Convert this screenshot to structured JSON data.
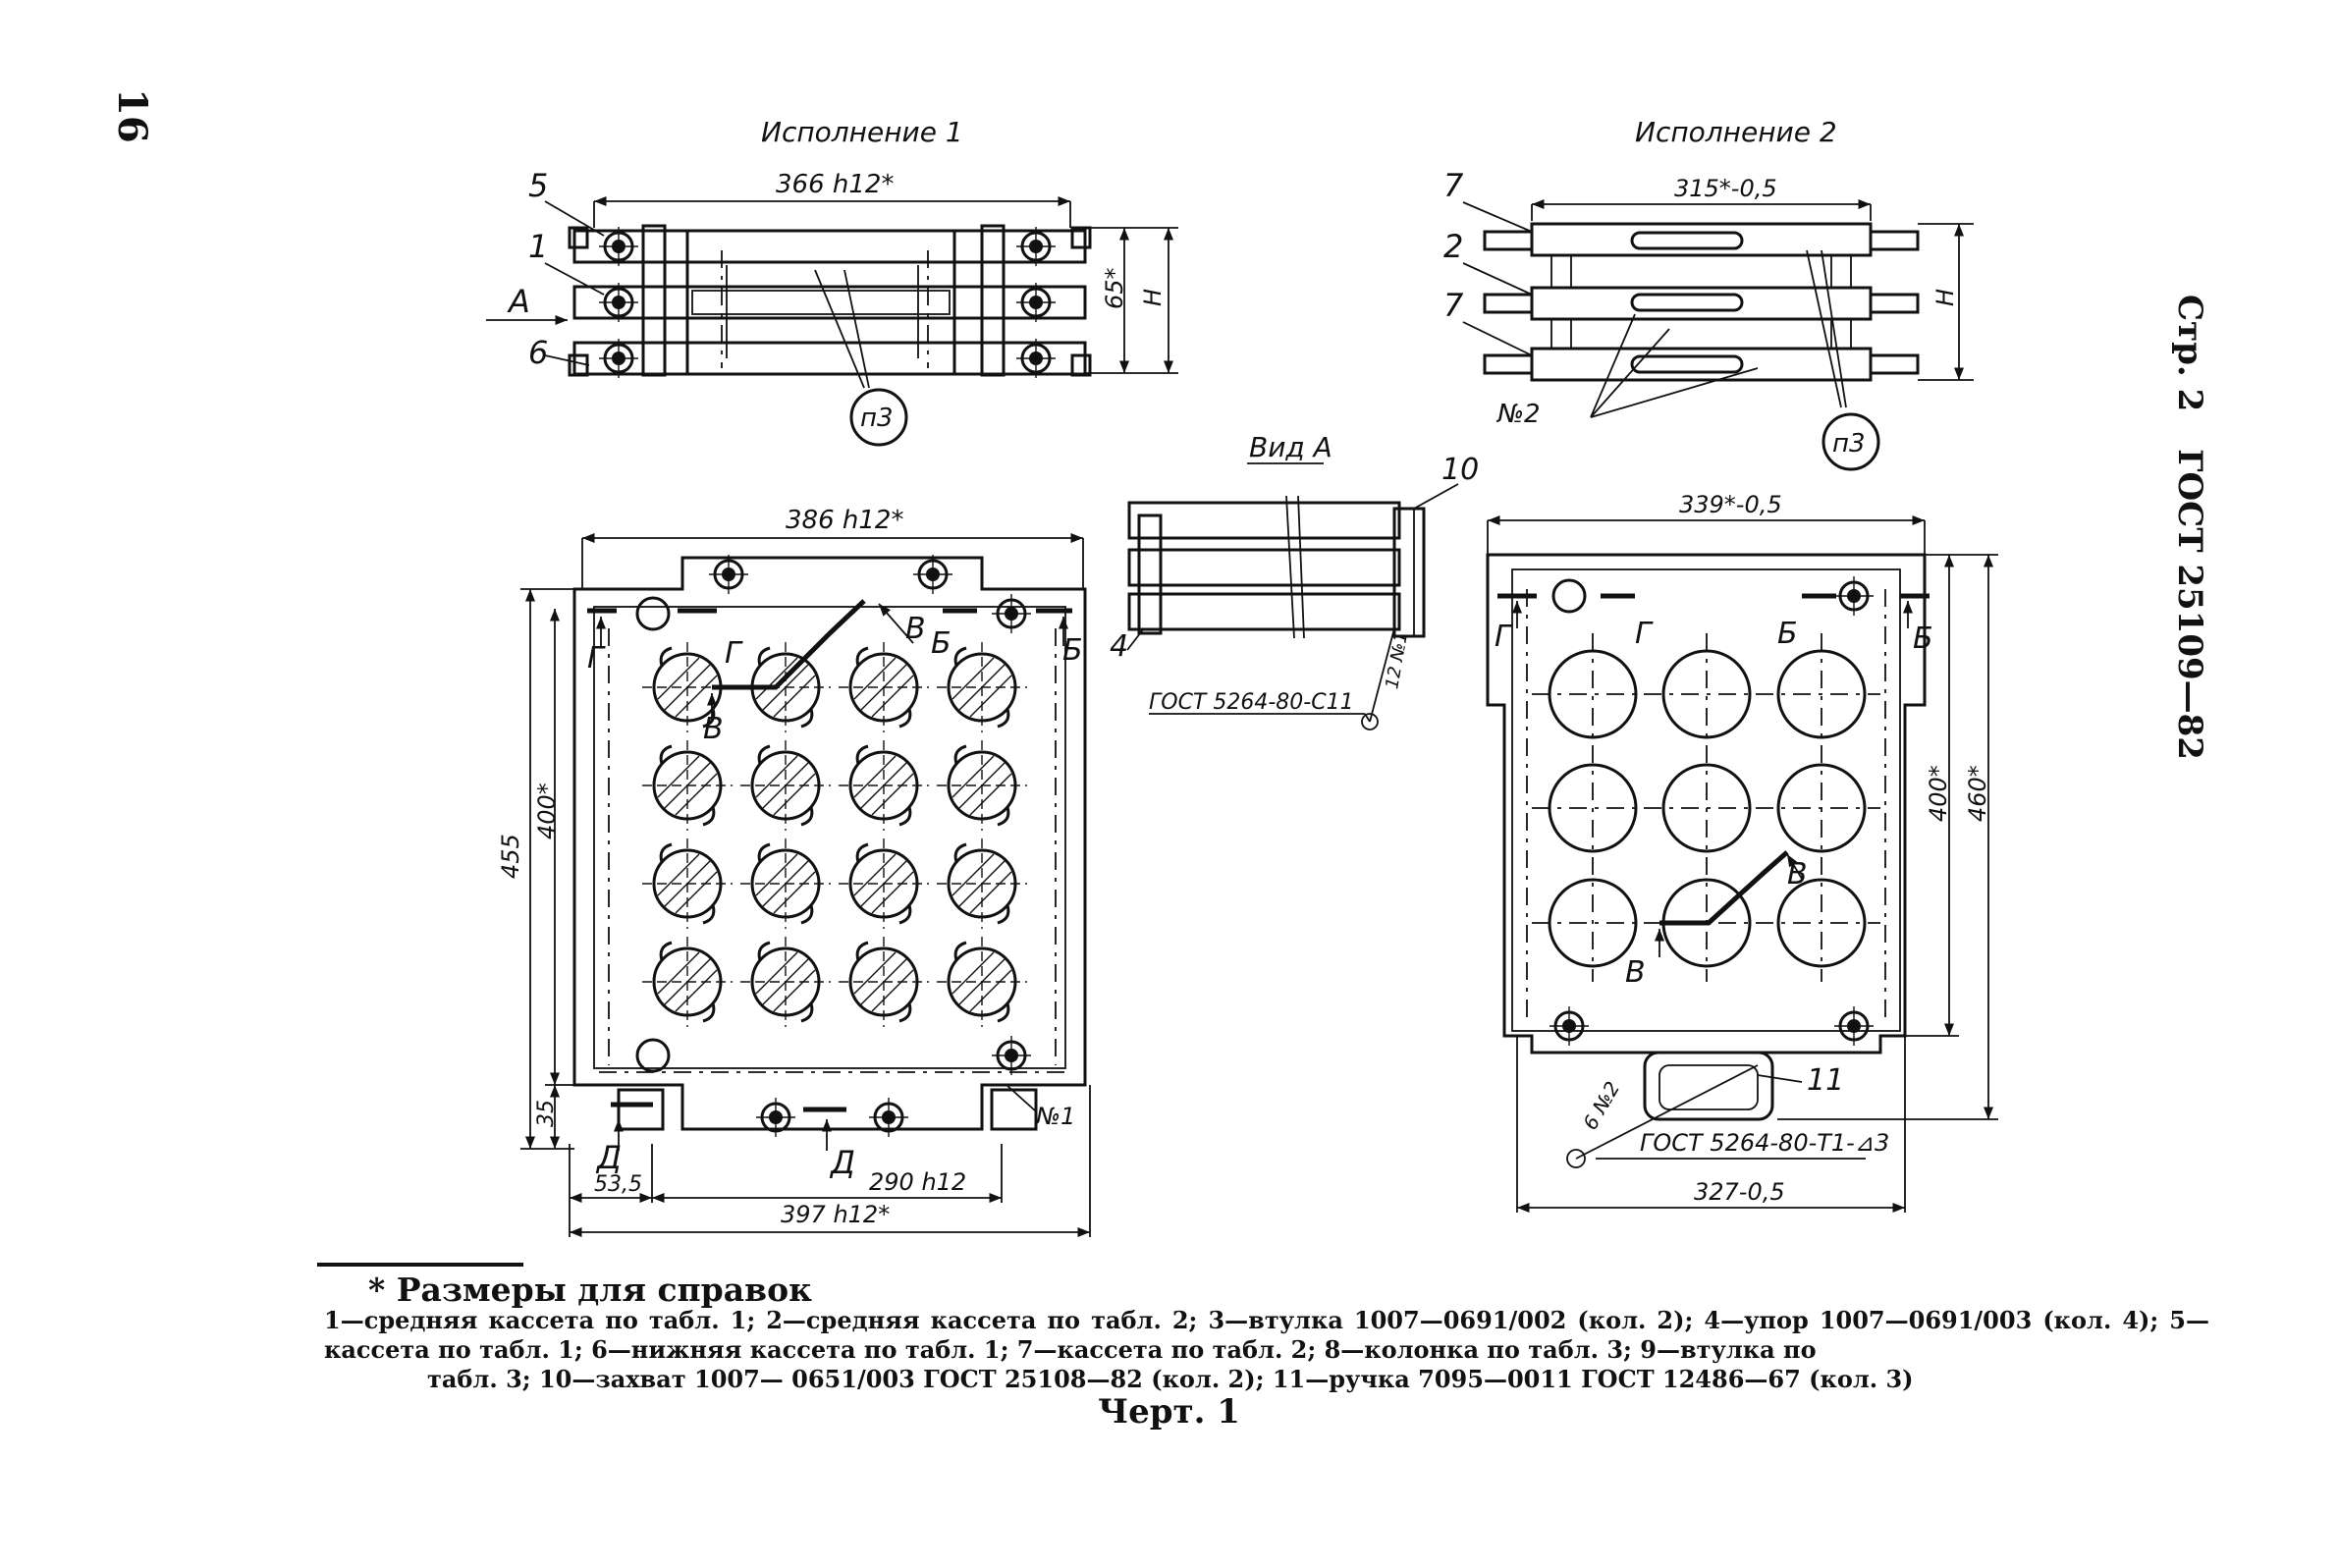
{
  "page": {
    "number": "16",
    "header": {
      "page": "Стр. 2",
      "standard": "ГОСТ 25109—82"
    }
  },
  "views": {
    "execution1": "Исполнение 1",
    "execution2": "Исполнение 2",
    "view_a": "Вид А"
  },
  "dimensions": {
    "d366": "366 h12*",
    "d65": "65*",
    "dH": "Н",
    "d315": "315*-0,5",
    "d386": "386 h12*",
    "d339": "339*-0,5",
    "d455": "455",
    "d400": "400*",
    "d35": "35",
    "d53": "53,5",
    "d290": "290 h12",
    "d397": "397 h12*",
    "d460": "460*",
    "d327": "327-0,5",
    "gost_c11": "ГОСТ 5264-80-С11",
    "gost_t1": "ГОСТ 5264-80-Т1-⊿3",
    "weld_2": "12 №1",
    "weld_6": "6 №2"
  },
  "callouts": {
    "c1": "1",
    "c2": "2",
    "c4": "4",
    "c5": "5",
    "c6": "6",
    "c7": "7",
    "c10": "10",
    "c11": "11",
    "A": "А",
    "B": "Б",
    "V": "В",
    "G": "Г",
    "D": "Д",
    "n1": "№1",
    "n2": "№2",
    "p3": "п3"
  },
  "footnote": {
    "title": "* Размеры для справок",
    "legend_line1": "1—средняя кассета по табл. 1; 2—средняя кассета по табл. 2; 3—втулка 1007—0691/002 (кол. 2); 4—упор 1007—0691/003",
    "legend_line2": "(кол. 4); 5—кассета по табл. 1; 6—нижняя кассета по табл. 1; 7—кассета по табл. 2; 8—колонка по табл. 3; 9—втулка по",
    "legend_line3": "табл. 3; 10—захват 1007— 0651/003 ГОСТ 25108—82 (кол. 2); 11—ручка 7095—0011 ГОСТ 12486—67 (кол. 3)"
  },
  "caption": "Черт. 1"
}
